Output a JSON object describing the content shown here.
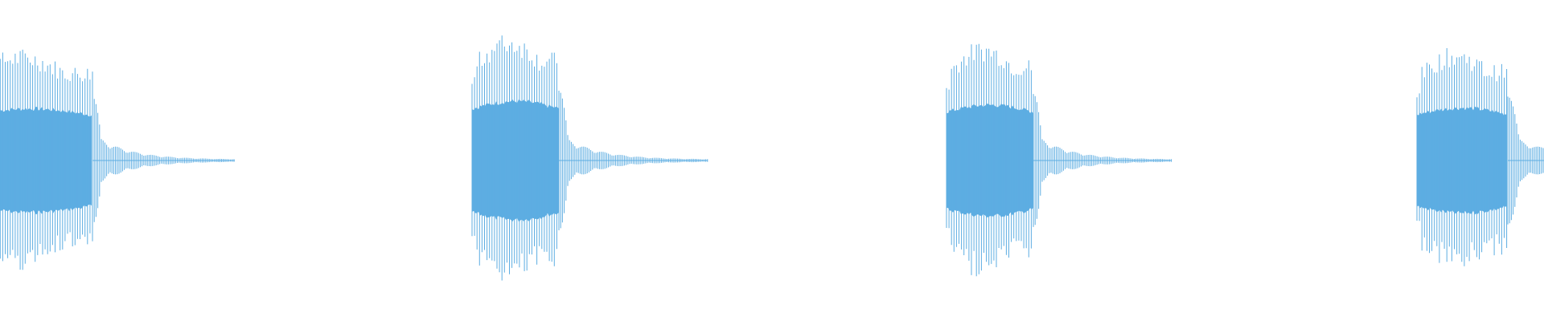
{
  "waveform": {
    "color": "#5DADE2",
    "background": "#FFFFFF",
    "bursts": [
      {
        "name": "burst-1",
        "visibility": "clipped-left"
      },
      {
        "name": "burst-2",
        "visibility": "full"
      },
      {
        "name": "burst-3",
        "visibility": "full"
      },
      {
        "name": "burst-4",
        "visibility": "clipped-right"
      }
    ]
  }
}
